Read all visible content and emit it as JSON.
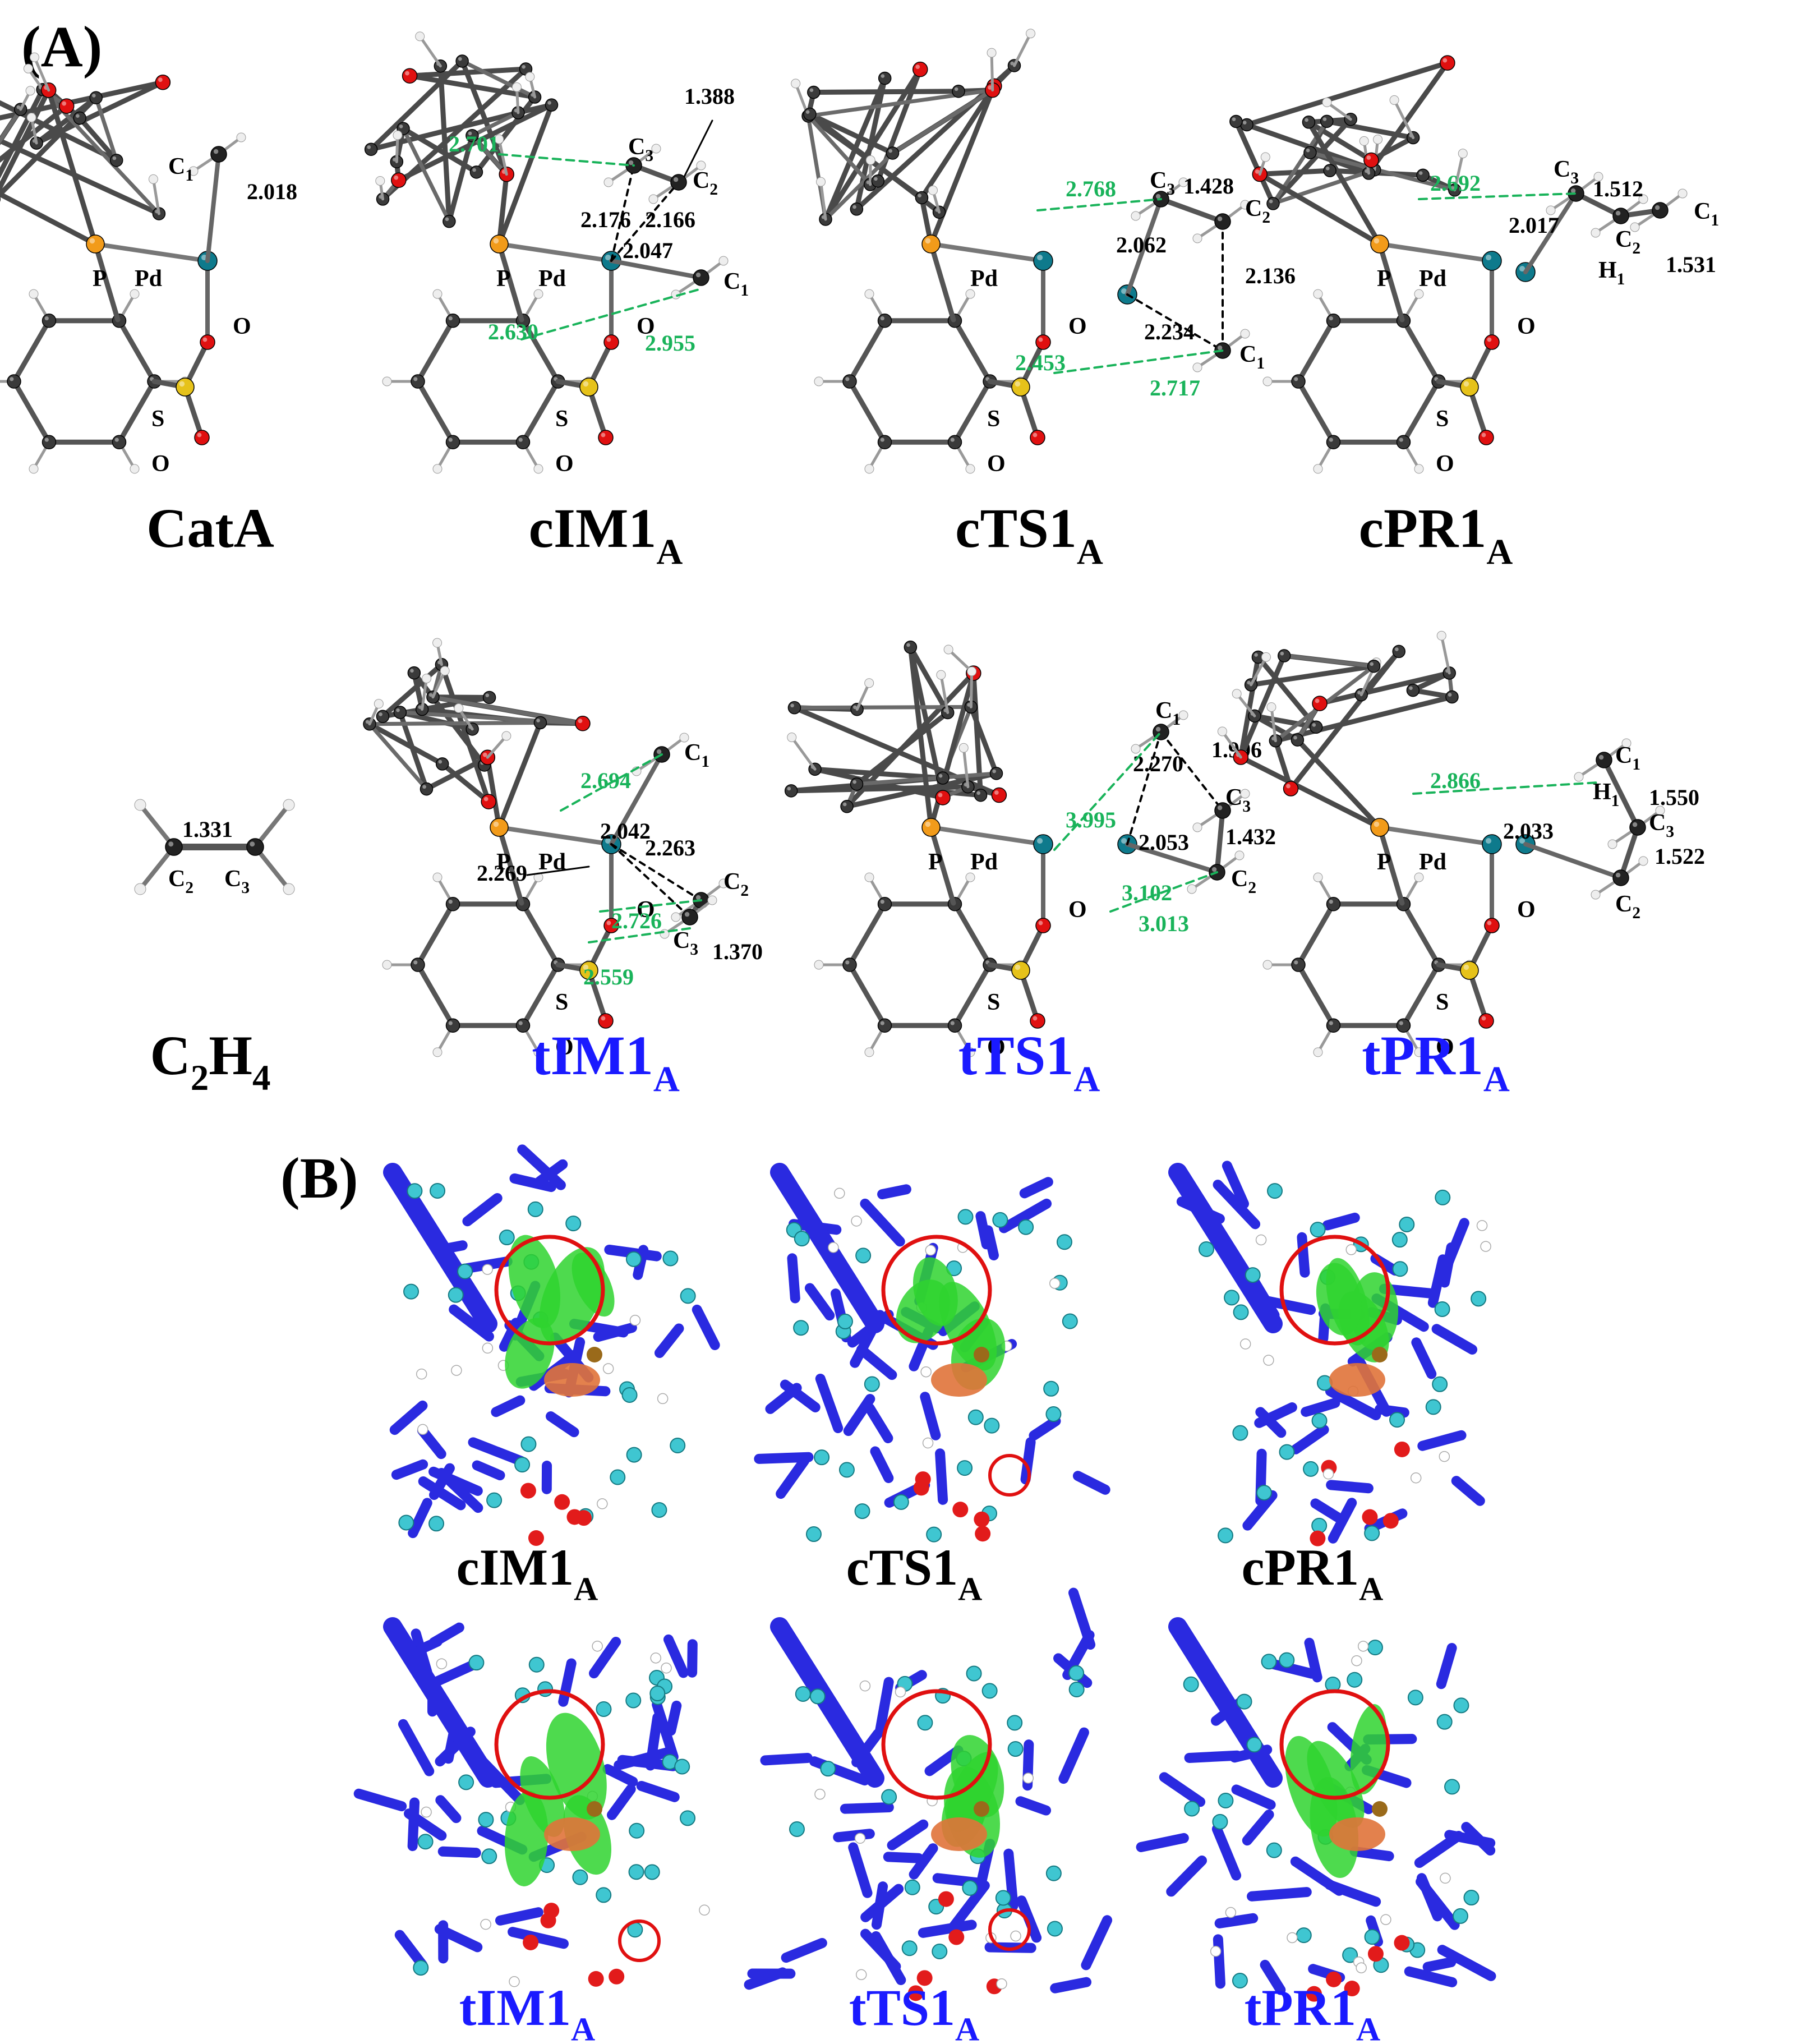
{
  "panels": {
    "A": {
      "label": "(A)",
      "structures": [
        {
          "id": "catA",
          "name": "CatA",
          "sub": "",
          "color": "#000000",
          "atom_labels": [
            "P",
            "Pd",
            "O",
            "S",
            "O",
            "C1"
          ],
          "bonds_black": [
            "2.018"
          ],
          "bonds_green": []
        },
        {
          "id": "cim1a",
          "name": "cIM1",
          "sub": "A",
          "color": "#000000",
          "atom_labels": [
            "P",
            "Pd",
            "O",
            "S",
            "O",
            "C1",
            "C2",
            "C3"
          ],
          "bonds_black": [
            "1.388",
            "2.176",
            "2.166",
            "2.047"
          ],
          "bonds_green": [
            "2.701",
            "2.630",
            "2.955"
          ]
        },
        {
          "id": "cts1a",
          "name": "cTS1",
          "sub": "A",
          "color": "#000000",
          "atom_labels": [
            "Pd",
            "O",
            "S",
            "O",
            "C1",
            "C2",
            "C3"
          ],
          "bonds_black": [
            "1.428",
            "2.062",
            "2.136",
            "2.234"
          ],
          "bonds_green": [
            "2.768",
            "2.453",
            "2.717"
          ]
        },
        {
          "id": "cpr1a",
          "name": "cPR1",
          "sub": "A",
          "color": "#000000",
          "atom_labels": [
            "P",
            "Pd",
            "O",
            "S",
            "O",
            "C1",
            "C2",
            "C3",
            "H1"
          ],
          "bonds_black": [
            "1.512",
            "2.017",
            "1.531"
          ],
          "bonds_green": [
            "2.692"
          ]
        },
        {
          "id": "c2h4",
          "name": "C2H4",
          "sub": "",
          "color": "#000000",
          "atom_labels": [
            "C2",
            "C3"
          ],
          "bonds_black": [
            "1.331"
          ],
          "bonds_green": []
        },
        {
          "id": "tim1a",
          "name": "tIM1",
          "sub": "A",
          "color": "#1a1aff",
          "atom_labels": [
            "P",
            "Pd",
            "O",
            "S",
            "O",
            "C1",
            "C2",
            "C3"
          ],
          "bonds_black": [
            "2.042",
            "2.263",
            "2.269",
            "1.370"
          ],
          "bonds_green": [
            "2.694",
            "2.726",
            "2.559"
          ]
        },
        {
          "id": "tts1a",
          "name": "tTS1",
          "sub": "A",
          "color": "#1a1aff",
          "atom_labels": [
            "P",
            "Pd",
            "O",
            "S",
            "O",
            "C1",
            "C2",
            "C3"
          ],
          "bonds_black": [
            "2.270",
            "1.996",
            "2.053",
            "1.432"
          ],
          "bonds_green": [
            "3.995",
            "3.102",
            "3.013"
          ]
        },
        {
          "id": "tpr1a",
          "name": "tPR1",
          "sub": "A",
          "color": "#1a1aff",
          "atom_labels": [
            "P",
            "Pd",
            "O",
            "S",
            "O",
            "C1",
            "C2",
            "C3",
            "H1"
          ],
          "bonds_black": [
            "1.550",
            "2.033",
            "1.522"
          ],
          "bonds_green": [
            "2.866"
          ]
        }
      ]
    },
    "B": {
      "label": "(B)",
      "structures": [
        {
          "id": "nci-cim1a",
          "name": "cIM1",
          "sub": "A",
          "color": "#000000"
        },
        {
          "id": "nci-cts1a",
          "name": "cTS1",
          "sub": "A",
          "color": "#000000"
        },
        {
          "id": "nci-cpr1a",
          "name": "cPR1",
          "sub": "A",
          "color": "#000000"
        },
        {
          "id": "nci-tim1a",
          "name": "tIM1",
          "sub": "A",
          "color": "#1a1aff"
        },
        {
          "id": "nci-tts1a",
          "name": "tTS1",
          "sub": "A",
          "color": "#1a1aff"
        },
        {
          "id": "nci-tpr1a",
          "name": "tPR1",
          "sub": "A",
          "color": "#1a1aff"
        }
      ]
    }
  },
  "colors": {
    "distance_green": "#19b35a",
    "atom_carbon": "#3a3a3a",
    "atom_oxygen": "#e01010",
    "atom_phosphorus": "#f29b1a",
    "atom_sulfur": "#e6c21a",
    "atom_pd": "#0e7a8c",
    "nci_blue": "#2a2ae0",
    "nci_green": "#2fd42f",
    "nci_cyan": "#3fc6d1",
    "highlight_circle": "#e01010"
  }
}
